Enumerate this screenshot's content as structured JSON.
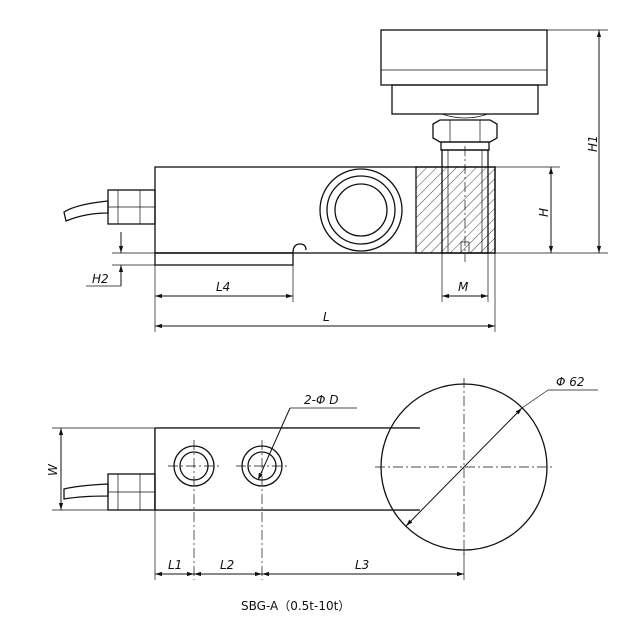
{
  "labels": {
    "H1": "H1",
    "H": "H",
    "H2": "H2",
    "L4": "L4",
    "L": "L",
    "M": "M",
    "hole_spec": "2-Φ D",
    "diameter": "Φ 62",
    "W": "W",
    "L1": "L1",
    "L2": "L2",
    "L3": "L3"
  },
  "caption": "SBG-A（0.5t-10t）"
}
